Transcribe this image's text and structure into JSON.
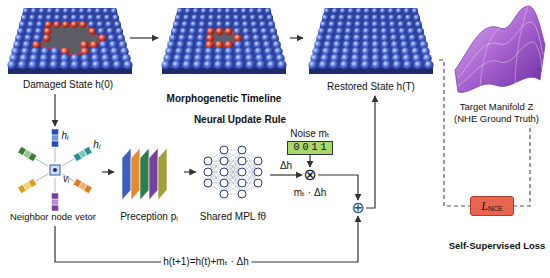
{
  "diagram": {
    "nodes": [
      {
        "text": [
          "Damaged State h(0)"
        ]
      },
      {
        "text": [
          "Morphogenetic Timeline"
        ]
      },
      {
        "text": [
          "Restored State h(T)"
        ]
      },
      {
        "text": [
          "Target Manifold Z (NHE Ground Truth)"
        ]
      },
      {
        "text": [
          "Neighbor node vetor"
        ]
      },
      {
        "text": [
          "Preception pᵢ"
        ]
      },
      {
        "text": [
          "Shared MPL fθ"
        ]
      },
      {
        "text": [
          "Noise mₜ",
          "0011"
        ]
      },
      {
        "text": [
          "⊗"
        ]
      },
      {
        "text": [
          "⊕"
        ]
      },
      {
        "text": [
          "L",
          "NCE"
        ]
      }
    ],
    "edges": [
      {
        "from": 0,
        "to": 1,
        "arrow": "to"
      },
      {
        "from": 1,
        "to": 2,
        "arrow": "to"
      },
      {
        "from": 0,
        "to": 4,
        "arrow": "to"
      },
      {
        "from": 4,
        "to": 5,
        "arrow": "to"
      },
      {
        "from": 5,
        "to": 6,
        "arrow": "to"
      },
      {
        "from": 6,
        "to": 8,
        "label": "Δh",
        "arrow": "to"
      },
      {
        "from": 7,
        "to": 8,
        "arrow": "to"
      },
      {
        "from": 8,
        "to": 9,
        "label": "mₜ · Δh",
        "arrow": "to"
      },
      {
        "from": 4,
        "to": 9,
        "label": "h(t+1)=h(t)+mₜ · Δh",
        "arrow": "to"
      },
      {
        "from": 9,
        "to": 2,
        "arrow": "to"
      },
      {
        "from": 2,
        "to": 10,
        "arrow": "none"
      },
      {
        "from": 3,
        "to": 10,
        "arrow": "none"
      }
    ],
    "labels": [
      "Neural Update Rule",
      "Self-Supervised Loss",
      "hᵢ",
      "hⱼ",
      "vᵢ"
    ]
  }
}
